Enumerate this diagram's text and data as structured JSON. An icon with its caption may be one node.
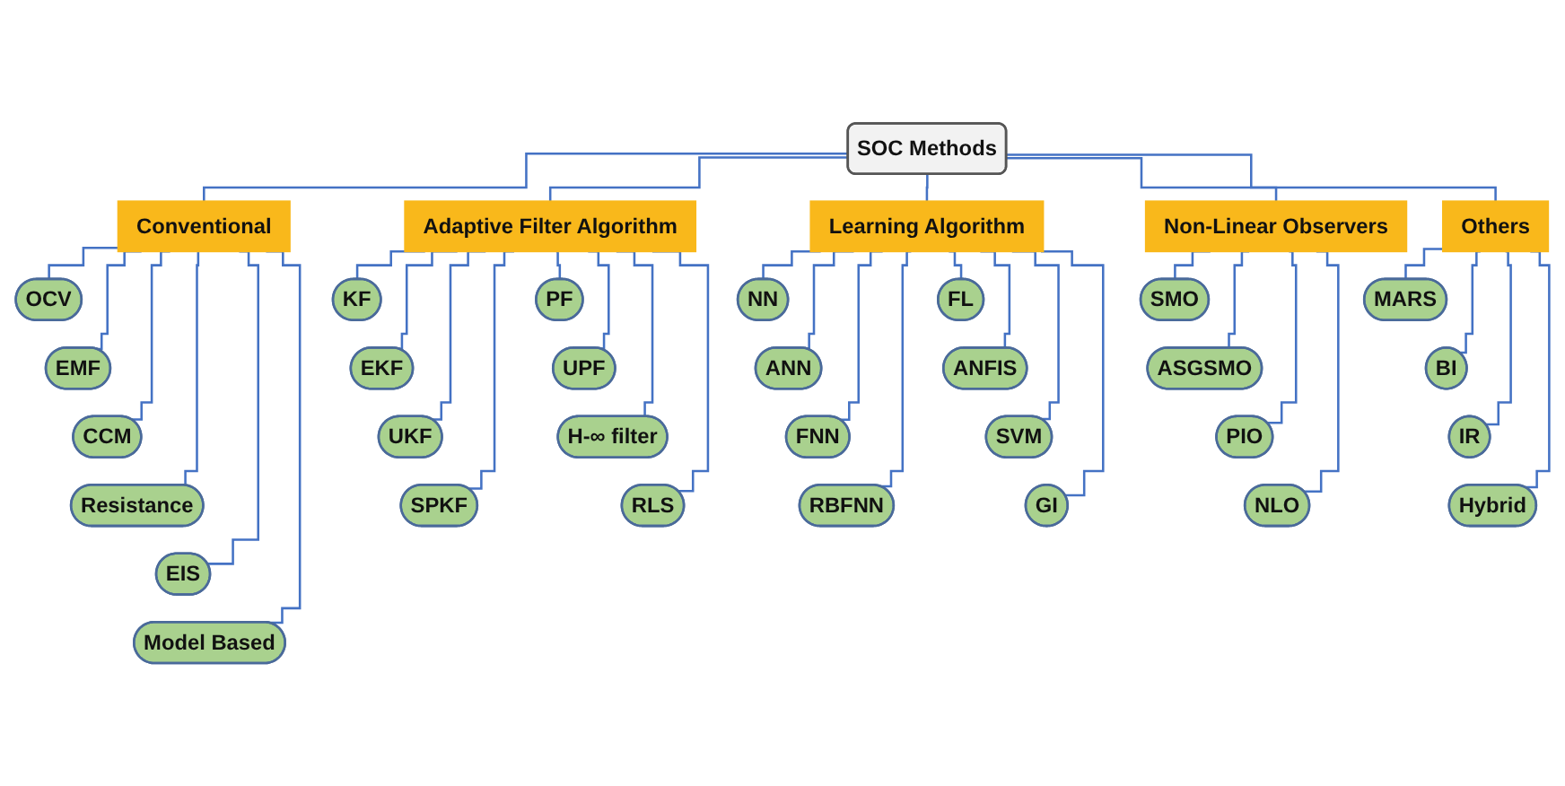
{
  "diagram": {
    "nodes": [
      {
        "text": [
          "SOC Methods"
        ]
      },
      {
        "text": [
          "Conventional"
        ]
      },
      {
        "text": [
          "OCV"
        ]
      },
      {
        "text": [
          "EMF"
        ]
      },
      {
        "text": [
          "CCM"
        ]
      },
      {
        "text": [
          "Resistance"
        ]
      },
      {
        "text": [
          "EIS"
        ]
      },
      {
        "text": [
          "Model Based"
        ]
      },
      {
        "text": [
          "Adaptive Filter Algorithm"
        ]
      },
      {
        "text": [
          "KF"
        ]
      },
      {
        "text": [
          "EKF"
        ]
      },
      {
        "text": [
          "UKF"
        ]
      },
      {
        "text": [
          "SPKF"
        ]
      },
      {
        "text": [
          "PF"
        ]
      },
      {
        "text": [
          "UPF"
        ]
      },
      {
        "text": [
          "H-∞ filter"
        ]
      },
      {
        "text": [
          "RLS"
        ]
      },
      {
        "text": [
          "Learning Algorithm"
        ]
      },
      {
        "text": [
          "NN"
        ]
      },
      {
        "text": [
          "ANN"
        ]
      },
      {
        "text": [
          "FNN"
        ]
      },
      {
        "text": [
          "RBFNN"
        ]
      },
      {
        "text": [
          "FL"
        ]
      },
      {
        "text": [
          "ANFIS"
        ]
      },
      {
        "text": [
          "SVM"
        ]
      },
      {
        "text": [
          "GI"
        ]
      },
      {
        "text": [
          "Non-Linear Observers"
        ]
      },
      {
        "text": [
          "SMO"
        ]
      },
      {
        "text": [
          "ASGSMO"
        ]
      },
      {
        "text": [
          "PIO"
        ]
      },
      {
        "text": [
          "NLO"
        ]
      },
      {
        "text": [
          "Others"
        ]
      },
      {
        "text": [
          "MARS"
        ]
      },
      {
        "text": [
          "BI"
        ]
      },
      {
        "text": [
          "IR"
        ]
      },
      {
        "text": [
          "Hybrid"
        ]
      }
    ],
    "edges": [
      {
        "from": 0,
        "to": 1,
        "arrow": "none"
      },
      {
        "from": 0,
        "to": 8,
        "arrow": "none"
      },
      {
        "from": 0,
        "to": 17,
        "arrow": "none"
      },
      {
        "from": 0,
        "to": 26,
        "arrow": "none"
      },
      {
        "from": 0,
        "to": 31,
        "arrow": "none"
      },
      {
        "from": 1,
        "to": 2,
        "arrow": "none"
      },
      {
        "from": 1,
        "to": 3,
        "arrow": "none"
      },
      {
        "from": 1,
        "to": 4,
        "arrow": "none"
      },
      {
        "from": 1,
        "to": 5,
        "arrow": "none"
      },
      {
        "from": 1,
        "to": 6,
        "arrow": "none"
      },
      {
        "from": 1,
        "to": 7,
        "arrow": "none"
      },
      {
        "from": 8,
        "to": 9,
        "arrow": "none"
      },
      {
        "from": 8,
        "to": 10,
        "arrow": "none"
      },
      {
        "from": 8,
        "to": 11,
        "arrow": "none"
      },
      {
        "from": 8,
        "to": 12,
        "arrow": "none"
      },
      {
        "from": 8,
        "to": 13,
        "arrow": "none"
      },
      {
        "from": 8,
        "to": 14,
        "arrow": "none"
      },
      {
        "from": 8,
        "to": 15,
        "arrow": "none"
      },
      {
        "from": 8,
        "to": 16,
        "arrow": "none"
      },
      {
        "from": 17,
        "to": 18,
        "arrow": "none"
      },
      {
        "from": 17,
        "to": 19,
        "arrow": "none"
      },
      {
        "from": 17,
        "to": 20,
        "arrow": "none"
      },
      {
        "from": 17,
        "to": 21,
        "arrow": "none"
      },
      {
        "from": 17,
        "to": 22,
        "arrow": "none"
      },
      {
        "from": 17,
        "to": 23,
        "arrow": "none"
      },
      {
        "from": 17,
        "to": 24,
        "arrow": "none"
      },
      {
        "from": 17,
        "to": 25,
        "arrow": "none"
      },
      {
        "from": 26,
        "to": 27,
        "arrow": "none"
      },
      {
        "from": 26,
        "to": 28,
        "arrow": "none"
      },
      {
        "from": 26,
        "to": 29,
        "arrow": "none"
      },
      {
        "from": 26,
        "to": 30,
        "arrow": "none"
      },
      {
        "from": 31,
        "to": 32,
        "arrow": "none"
      },
      {
        "from": 31,
        "to": 33,
        "arrow": "none"
      },
      {
        "from": 31,
        "to": 34,
        "arrow": "none"
      },
      {
        "from": 31,
        "to": 35,
        "arrow": "none"
      }
    ]
  }
}
